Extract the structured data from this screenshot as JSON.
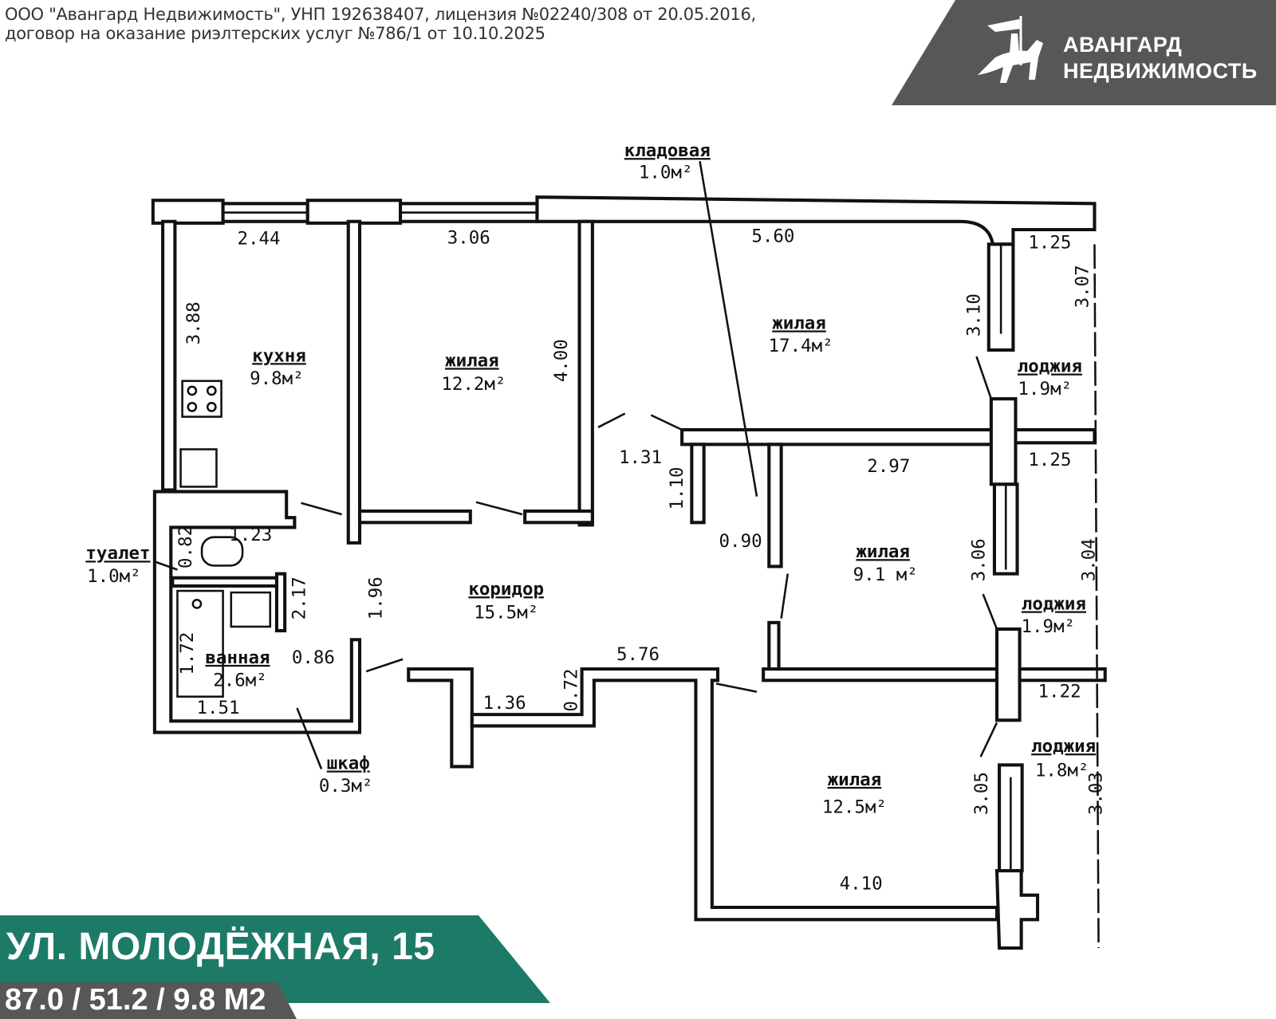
{
  "header": {
    "legal_line1": "ООО \"Авангард Недвижимость\", УНП 192638407, лицензия №02240/308 от 20.05.2016,",
    "legal_line2": "договор на оказание риэлтерских услуг №786/1 от 10.10.2025"
  },
  "logo": {
    "line1": "АВАНГАРД",
    "line2": "НЕДВИЖИМОСТЬ",
    "icon": "knight-on-horse-icon",
    "background": "#555857"
  },
  "footer": {
    "address": "УЛ. МОЛОДЁЖНАЯ, 15",
    "areas": "87.0 / 51.2 / 9.8 М2",
    "address_color": "#1d7a67",
    "areas_color": "#555857"
  },
  "rooms": [
    {
      "name": "кладовая",
      "area": "1.0м²"
    },
    {
      "name": "кухня",
      "area": "9.8м²"
    },
    {
      "name": "жилая",
      "area": "12.2м²"
    },
    {
      "name": "жилая",
      "area": "17.4м²"
    },
    {
      "name": "лоджия",
      "area": "1.9м²"
    },
    {
      "name": "жилая",
      "area": "9.1 м²"
    },
    {
      "name": "лоджия",
      "area": "1.9м²"
    },
    {
      "name": "коридор",
      "area": "15.5м²"
    },
    {
      "name": "туалет",
      "area": "1.0м²"
    },
    {
      "name": "ванная",
      "area": "2.6м²"
    },
    {
      "name": "шкаф",
      "area": "0.3м²"
    },
    {
      "name": "жилая",
      "area": "12.5м²"
    },
    {
      "name": "лоджия",
      "area": "1.8м²"
    }
  ],
  "dims": [
    "2.44",
    "3.06",
    "5.60",
    "1.25",
    "3.07",
    "3.88",
    "4.00",
    "3.10",
    "1.31",
    "2.97",
    "1.25",
    "1.10",
    "0.90",
    "1.23",
    "0.82",
    "2.17",
    "1.96",
    "3.06",
    "3.04",
    "5.76",
    "1.72",
    "0.86",
    "1.51",
    "1.36",
    "0.72",
    "1.22",
    "3.05",
    "3.03",
    "4.10"
  ]
}
